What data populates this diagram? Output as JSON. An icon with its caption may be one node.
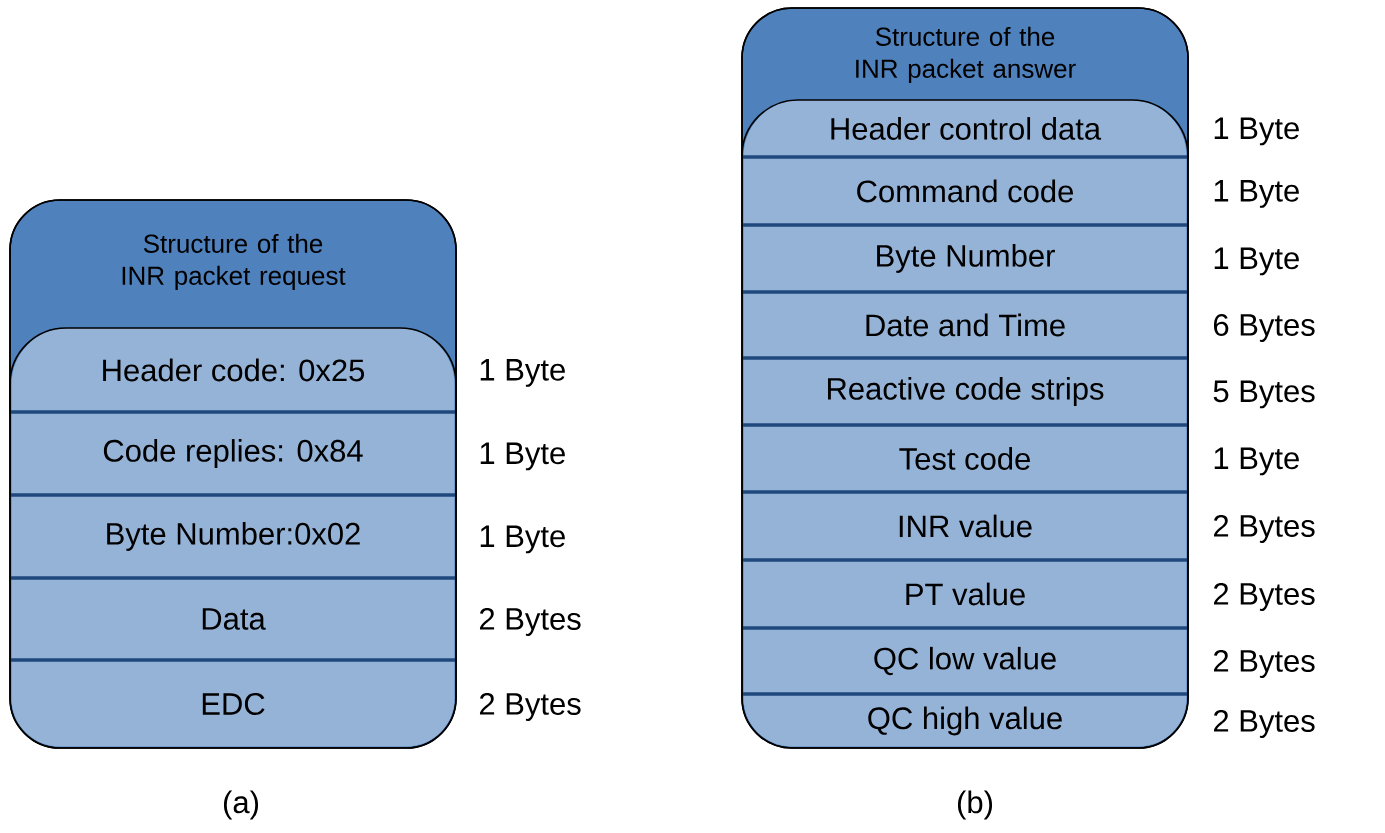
{
  "diagram": {
    "nodes": [
      {
        "text": [
          "Structure of the INR packet request"
        ]
      },
      {
        "text": [
          "Header code: 0x25"
        ],
        "in": 0,
        "beside": [
          "1 Byte"
        ]
      },
      {
        "text": [
          "Code replies: 0x84"
        ],
        "in": 0,
        "beside": [
          "1 Byte"
        ]
      },
      {
        "text": [
          "Byte Number:0x02"
        ],
        "in": 0,
        "beside": [
          "1 Byte"
        ]
      },
      {
        "text": [
          "Data"
        ],
        "in": 0,
        "beside": [
          "2 Bytes"
        ]
      },
      {
        "text": [
          "EDC"
        ],
        "in": 0,
        "beside": [
          "2 Bytes"
        ]
      },
      {
        "text": [
          "Structure of the INR packet answer"
        ]
      },
      {
        "text": [
          "Header control data"
        ],
        "in": 6,
        "beside": [
          "1 Byte"
        ]
      },
      {
        "text": [
          "Command code"
        ],
        "in": 6,
        "beside": [
          "1 Byte"
        ]
      },
      {
        "text": [
          "Byte Number"
        ],
        "in": 6,
        "beside": [
          "1 Byte"
        ]
      },
      {
        "text": [
          "Date and Time"
        ],
        "in": 6,
        "beside": [
          "6 Bytes"
        ]
      },
      {
        "text": [
          "Reactive code strips"
        ],
        "in": 6,
        "beside": [
          "5 Bytes"
        ]
      },
      {
        "text": [
          "Test code"
        ],
        "in": 6,
        "beside": [
          "1 Byte"
        ]
      },
      {
        "text": [
          "INR value"
        ],
        "in": 6,
        "beside": [
          "2 Bytes"
        ]
      },
      {
        "text": [
          "PT value"
        ],
        "in": 6,
        "beside": [
          "2 Bytes"
        ]
      },
      {
        "text": [
          "QC low value"
        ],
        "in": 6,
        "beside": [
          "2 Bytes"
        ]
      },
      {
        "text": [
          "QC high value"
        ],
        "in": 6,
        "beside": [
          "2 Bytes"
        ]
      }
    ],
    "labels": [
      "(a)",
      "(b)"
    ]
  }
}
